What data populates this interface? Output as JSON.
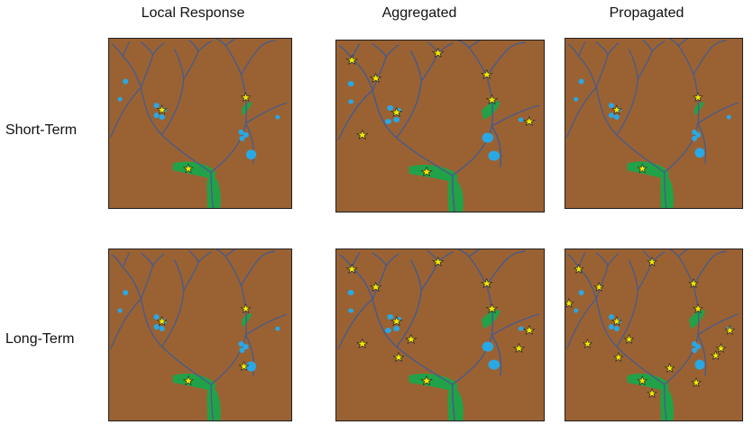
{
  "columns": [
    {
      "id": "local",
      "title": "Local Response"
    },
    {
      "id": "aggregated",
      "title": "Aggregated"
    },
    {
      "id": "propagated",
      "title": "Propagated"
    }
  ],
  "rows": [
    {
      "id": "short",
      "label": "Short-Term"
    },
    {
      "id": "long",
      "label": "Long-Term"
    }
  ],
  "colors": {
    "soil": "#9a6233",
    "stream": "#4c5b86",
    "riparian": "#1aa54a",
    "wetland": "#29a8e6",
    "star_fill": "#f4e600",
    "star_stroke": "#2b2b2b",
    "border": "#1f1f1f"
  },
  "legend_semantics": {
    "blue_dot": "wetland-icon",
    "yellow_star": "impact-star-icon",
    "green_band": "riparian-zone"
  },
  "panel_variants": {
    "local-short": {
      "stars": [
        "a",
        "b",
        "c"
      ],
      "dots": "local",
      "green": "short"
    },
    "aggregated-short": {
      "stars": [
        "a",
        "b",
        "c",
        "d",
        "e",
        "f",
        "g",
        "h",
        "i"
      ],
      "dots": "agg",
      "green": "agg"
    },
    "propagated-short": {
      "stars": [
        "a",
        "b",
        "c"
      ],
      "dots": "prop",
      "green": "short"
    },
    "local-long": {
      "stars": [
        "a",
        "b",
        "c",
        "r"
      ],
      "dots": "local",
      "green": "short"
    },
    "aggregated-long": {
      "stars": [
        "a",
        "b",
        "c",
        "d",
        "e",
        "f",
        "g",
        "h",
        "i",
        "j",
        "k",
        "l"
      ],
      "dots": "agg",
      "green": "agg"
    },
    "propagated-long": {
      "stars": [
        "a",
        "b",
        "c",
        "d",
        "e",
        "f",
        "g",
        "h",
        "i",
        "j",
        "k",
        "l",
        "m",
        "n",
        "o",
        "p",
        "q"
      ],
      "dots": "prop",
      "green": "agg"
    }
  }
}
